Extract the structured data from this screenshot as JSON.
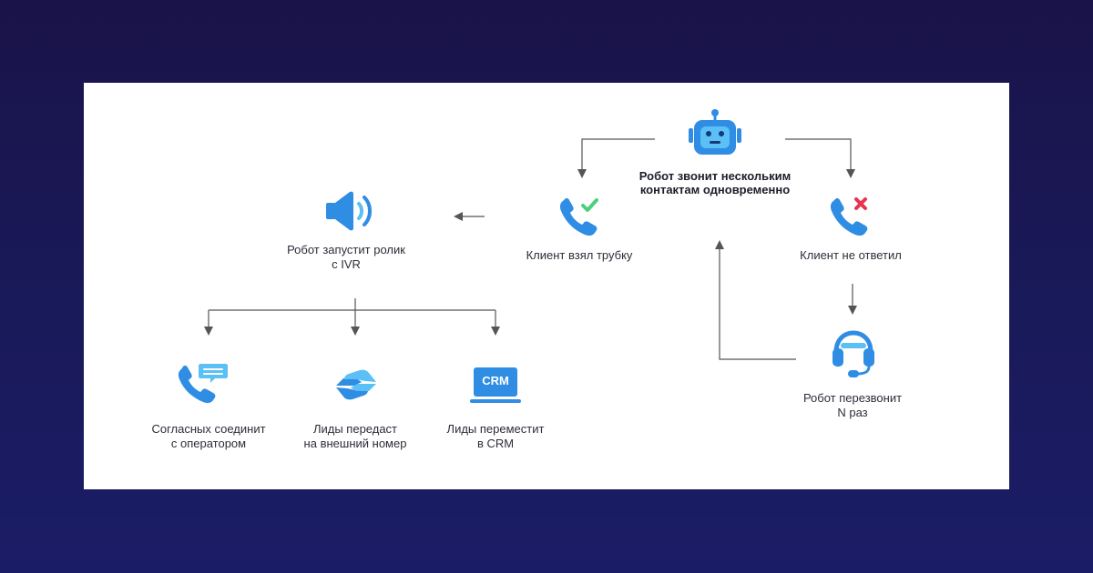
{
  "diagram": {
    "robot": {
      "icon": "robot-icon",
      "line1": "Робот звонит нескольким",
      "line2": "контактам одновременно"
    },
    "answered": {
      "icon": "phone-check-icon",
      "label": "Клиент взял трубку"
    },
    "not_answered": {
      "icon": "phone-cross-icon",
      "label": "Клиент не ответил"
    },
    "ivr": {
      "icon": "speaker-icon",
      "line1": "Робот запустит ролик",
      "line2": "с IVR"
    },
    "redial": {
      "icon": "headset-icon",
      "line1": "Робот перезвонит",
      "line2": "N раз"
    },
    "operator": {
      "icon": "phone-chat-icon",
      "line1": "Согласных соединит",
      "line2": "с оператором"
    },
    "external": {
      "icon": "handshake-icon",
      "line1": "Лиды передаст",
      "line2": "на внешний номер"
    },
    "crm": {
      "icon": "crm-laptop-icon",
      "badge": "CRM",
      "line1": "Лиды переместит",
      "line2": "в CRM"
    }
  },
  "colors": {
    "background_top": "#1a1349",
    "background_bottom": "#1b1c66",
    "icon_blue": "#2f8de4",
    "icon_light_blue": "#5bc0f5",
    "check_green": "#4cd07d",
    "cross_red": "#e8344e",
    "connector": "#555555"
  }
}
